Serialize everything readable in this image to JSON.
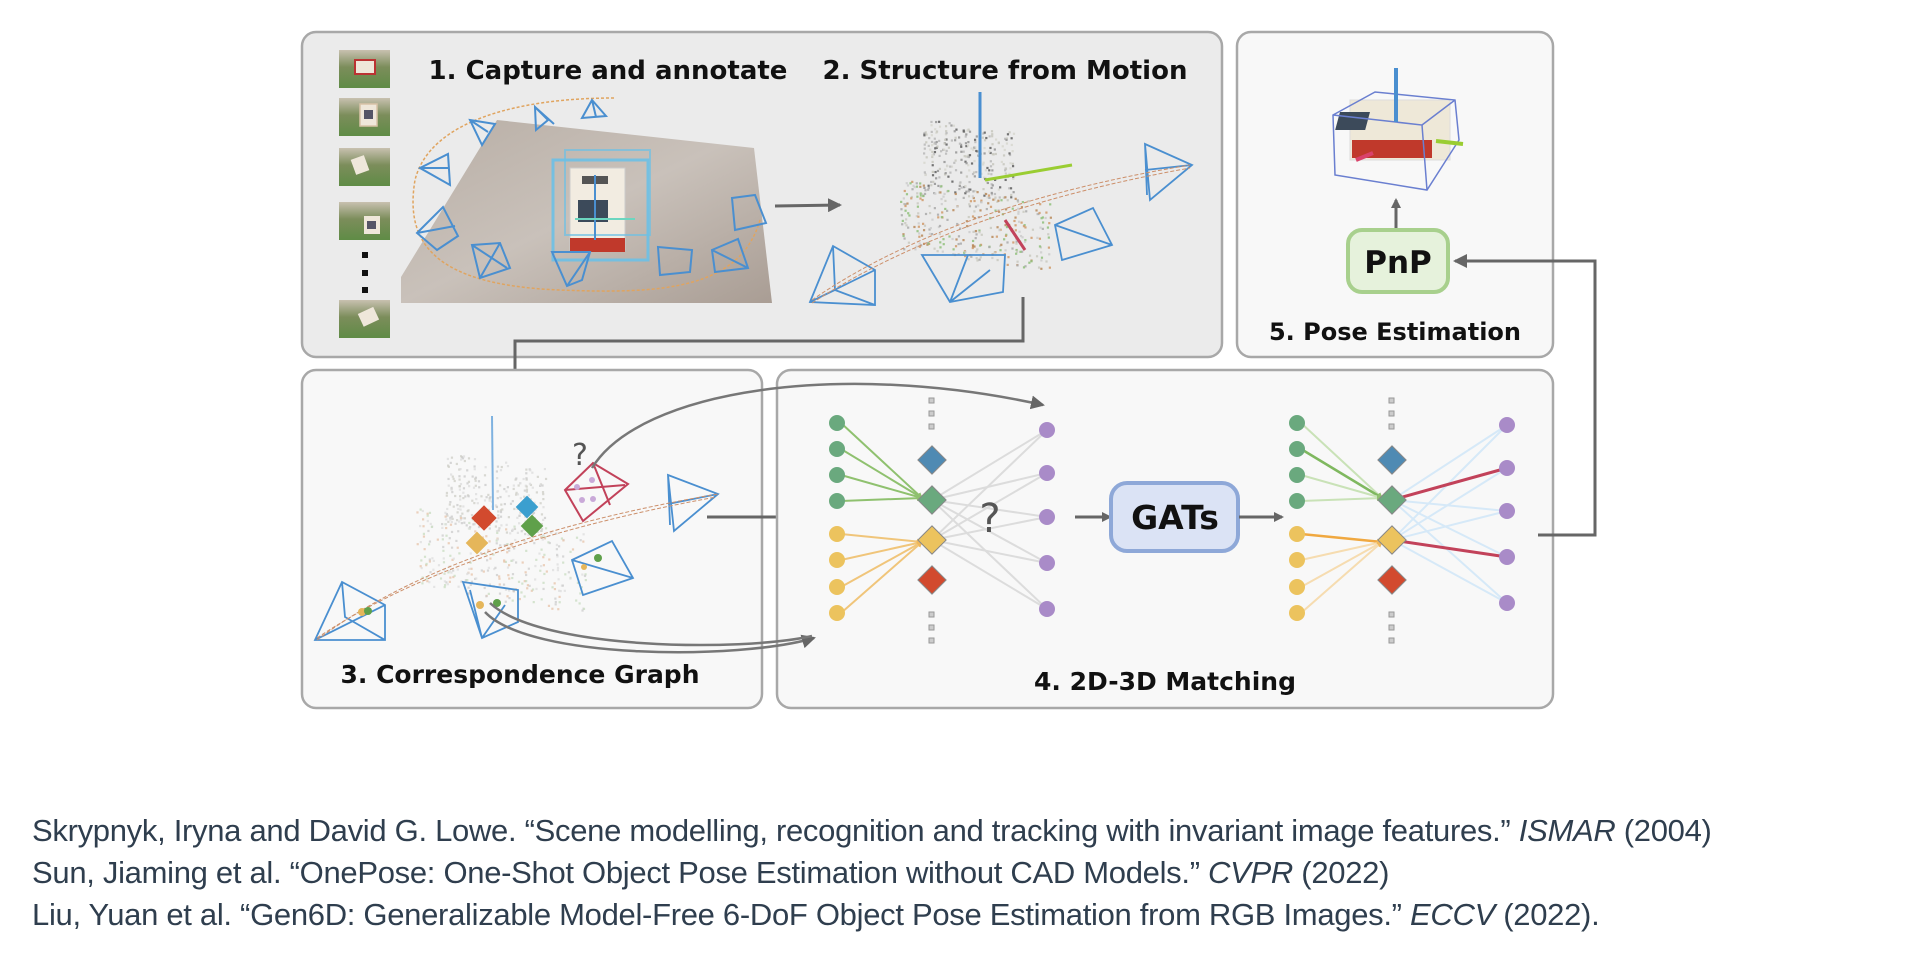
{
  "figure": {
    "panels": [
      {
        "id": "capture",
        "title": "1. Capture and annotate"
      },
      {
        "id": "sfm",
        "title": "2. Structure from Motion"
      },
      {
        "id": "correspondence",
        "title": "3. Correspondence Graph"
      },
      {
        "id": "matching",
        "title": "4. 2D-3D Matching"
      },
      {
        "id": "pose",
        "title": "5. Pose Estimation"
      }
    ],
    "blocks": {
      "gats": "GATs",
      "pnp": "PnP"
    },
    "unknown_marker": "?",
    "colors": {
      "panel_dark": "#ebebeb",
      "panel_light": "#f8f8f8",
      "panel_border": "#a8a8a8",
      "arrow": "#666666",
      "camera": "#4a8fd0",
      "green_node": "#6aa97e",
      "yellow_node": "#ecc35e",
      "purple_node": "#a98bc8",
      "blue_diamond": "#4f8ab3",
      "red_diamond": "#d24a2e",
      "match_line": "#c2425a",
      "gats_fill": "#dbe3f5",
      "gats_border": "#8ea8d8",
      "pnp_fill": "#e6f2dc",
      "pnp_border": "#a8d08d"
    }
  },
  "citations": [
    {
      "text": "Skrypnyk, Iryna and David G. Lowe. “Scene modelling, recognition and tracking with invariant image features.” ",
      "venue": "ISMAR",
      "year": " (2004)"
    },
    {
      "text": "Sun, Jiaming et al. “OnePose: One-Shot Object Pose Estimation without CAD Models.” ",
      "venue": "CVPR",
      "year": " (2022)"
    },
    {
      "text": "Liu, Yuan et al. “Gen6D: Generalizable Model-Free 6-DoF Object Pose Estimation from RGB Images.”",
      "venue": "ECCV",
      "year": " (2022)."
    }
  ]
}
